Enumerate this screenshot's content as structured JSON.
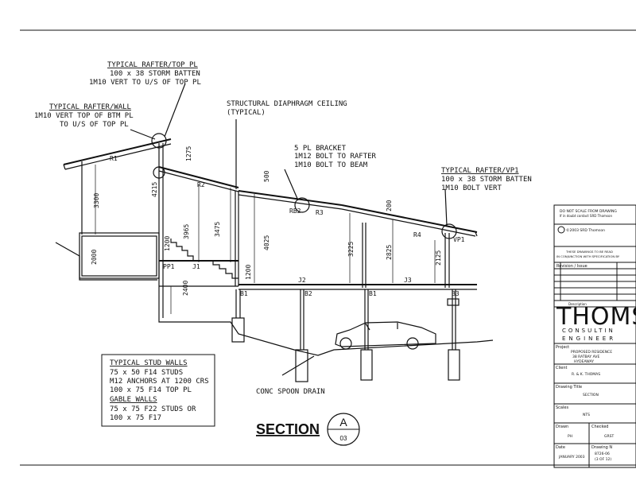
{
  "annotations": {
    "rafter_top": {
      "title": "TYPICAL RAFTER/TOP PL",
      "line1": "100 x 38 STORM BATTEN",
      "line2": "1M10 VERT TO U/S OF TOP PL"
    },
    "rafter_wall": {
      "title": "TYPICAL RAFTER/WALL",
      "line1": "1M10 VERT TOP OF BTM PL",
      "line2": "TO U/S OF TOP PL"
    },
    "diaphragm": {
      "line1": "STRUCTURAL DIAPHRAGM CEILING",
      "line2": "(TYPICAL)"
    },
    "bracket": {
      "line1": "5 PL BRACKET",
      "line2": "1M12 BOLT TO RAFTER",
      "line3": "1M10 BOLT TO BEAM"
    },
    "rafter_vp1": {
      "title": "TYPICAL RAFTER/VP1",
      "line1": "100 x 38 STORM BATTEN",
      "line2": "1M10 BOLT VERT"
    },
    "spoon_drain": "CONC SPOON DRAIN"
  },
  "notes": {
    "stud_title": "TYPICAL STUD WALLS",
    "stud_lines": [
      "75 x 50 F14 STUDS",
      "M12 ANCHORS AT 1200 CRS",
      "100 x 75 F14 TOP PL"
    ],
    "gable_title": "GABLE WALLS",
    "gable_lines": [
      "75 x 75 F22 STUDS OR",
      "100 x 75 F17"
    ]
  },
  "section": {
    "label": "SECTION",
    "letter": "A",
    "sheet": "03"
  },
  "members": {
    "r1": "R1",
    "r2": "R2",
    "r3": "R3",
    "r4": "R4",
    "rb2": "RB2",
    "vp1": "VP1",
    "pp1": "PP1",
    "j1": "J1",
    "j2": "J2",
    "j3": "J3",
    "b1a": "B1",
    "b2": "B2",
    "b1b": "B1",
    "b3": "B3"
  },
  "dimensions": {
    "d1275": "1275",
    "d4215": "4215",
    "d3300": "3300",
    "d3965": "3965",
    "d3475": "3475",
    "d500": "500",
    "d200": "200",
    "d4025": "4025",
    "d3225": "3225",
    "d2825": "2825",
    "d2125": "2125",
    "d2000": "2000",
    "d1200a": "1200",
    "d1200b": "1200",
    "d2400": "2400"
  },
  "title_block": {
    "notice_line1": "DO NOT SCALE FROM DRAWING",
    "notice_line2": "If in doubt contact SRD Thomson",
    "copyright": "©2003 SRD Thomson",
    "note_line1": "THESE DRAWINGS TO BE READ",
    "note_line2": "IN CONJUNCTION WITH SPECIFICATION BY",
    "revision_label": "Revision / Issue",
    "description_label": "Description",
    "company_name": "THOMSO",
    "company_sub1": "CONSULTIN",
    "company_sub2": "ENGINEER",
    "project_label": "Project",
    "project_line1": "PROPOSED RESIDENCE",
    "project_line2": "38 RATBAY AVE",
    "project_line3": "HYDEAWAY",
    "client_label": "Client",
    "client_value": "R. & K. THOMAS",
    "drawing_title_label": "Drawing Title",
    "drawing_title_value": "SECTION",
    "scales_label": "Scales",
    "scales_value": "NTS",
    "drawn_label": "Drawn",
    "drawn_value": "PH",
    "checked_label": "Checked",
    "checked_value": "GRST",
    "date_label": "Date",
    "date_value": "JANUARY 2003",
    "drawing_no_label": "Drawing N",
    "drawing_no_value": "8726-06",
    "sheet_value": "(3 OF 12)"
  }
}
